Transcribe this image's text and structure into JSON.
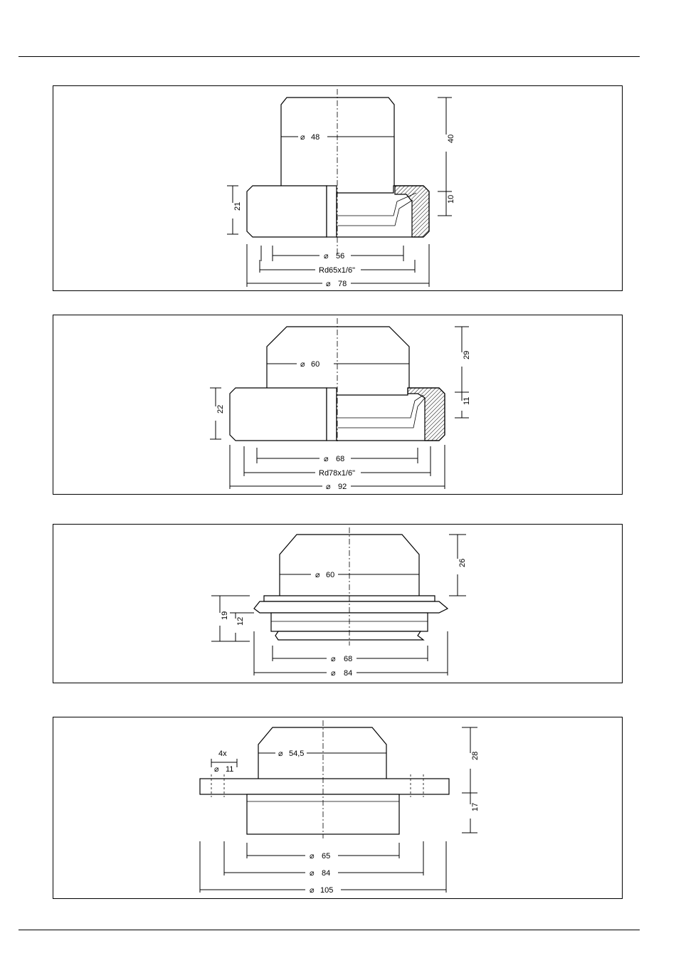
{
  "panels": [
    {
      "dims": {
        "d_top": "48",
        "d_inner": "56",
        "thread": "Rd65x1/6\"",
        "d_outer": "78",
        "h_left": "21",
        "h_top": "40",
        "h_flange": "10"
      }
    },
    {
      "dims": {
        "d_top": "60",
        "d_inner": "68",
        "thread": "Rd78x1/6\"",
        "d_outer": "92",
        "h_left": "22",
        "h_top": "29",
        "h_flange": "11"
      }
    },
    {
      "dims": {
        "d_top": "60",
        "d_inner": "68",
        "d_outer": "84",
        "h_left_total": "19",
        "h_left_inner": "12",
        "h_top": "26"
      }
    },
    {
      "dims": {
        "holes_count": "4x",
        "holes_dia": "11",
        "d_top": "54,5",
        "d_inner": "65",
        "d_bolt": "84",
        "d_outer": "105",
        "h_top": "28",
        "h_flange": "17"
      }
    }
  ],
  "icons": {
    "diameter": "diameter-symbol"
  }
}
